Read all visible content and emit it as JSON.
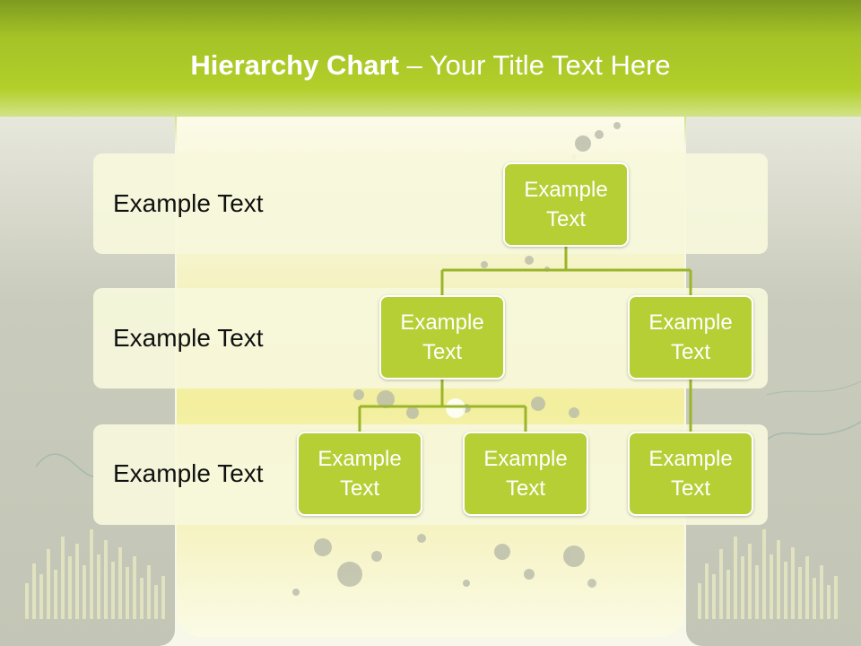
{
  "slide": {
    "title_bold": "Hierarchy Chart",
    "title_rest": " – Your Title Text Here"
  },
  "rows": [
    {
      "label": "Example Text"
    },
    {
      "label": "Example Text"
    },
    {
      "label": "Example Text"
    }
  ],
  "nodes": [
    {
      "text": "Example Text"
    },
    {
      "text": "Example Text"
    },
    {
      "text": "Example Text"
    },
    {
      "text": "Example Text"
    },
    {
      "text": "Example Text"
    },
    {
      "text": "Example Text"
    }
  ],
  "colors": {
    "accent": "#b5cf35",
    "connector": "#9bb52a",
    "band": "#f6f8dc",
    "header": "#a4c326"
  }
}
